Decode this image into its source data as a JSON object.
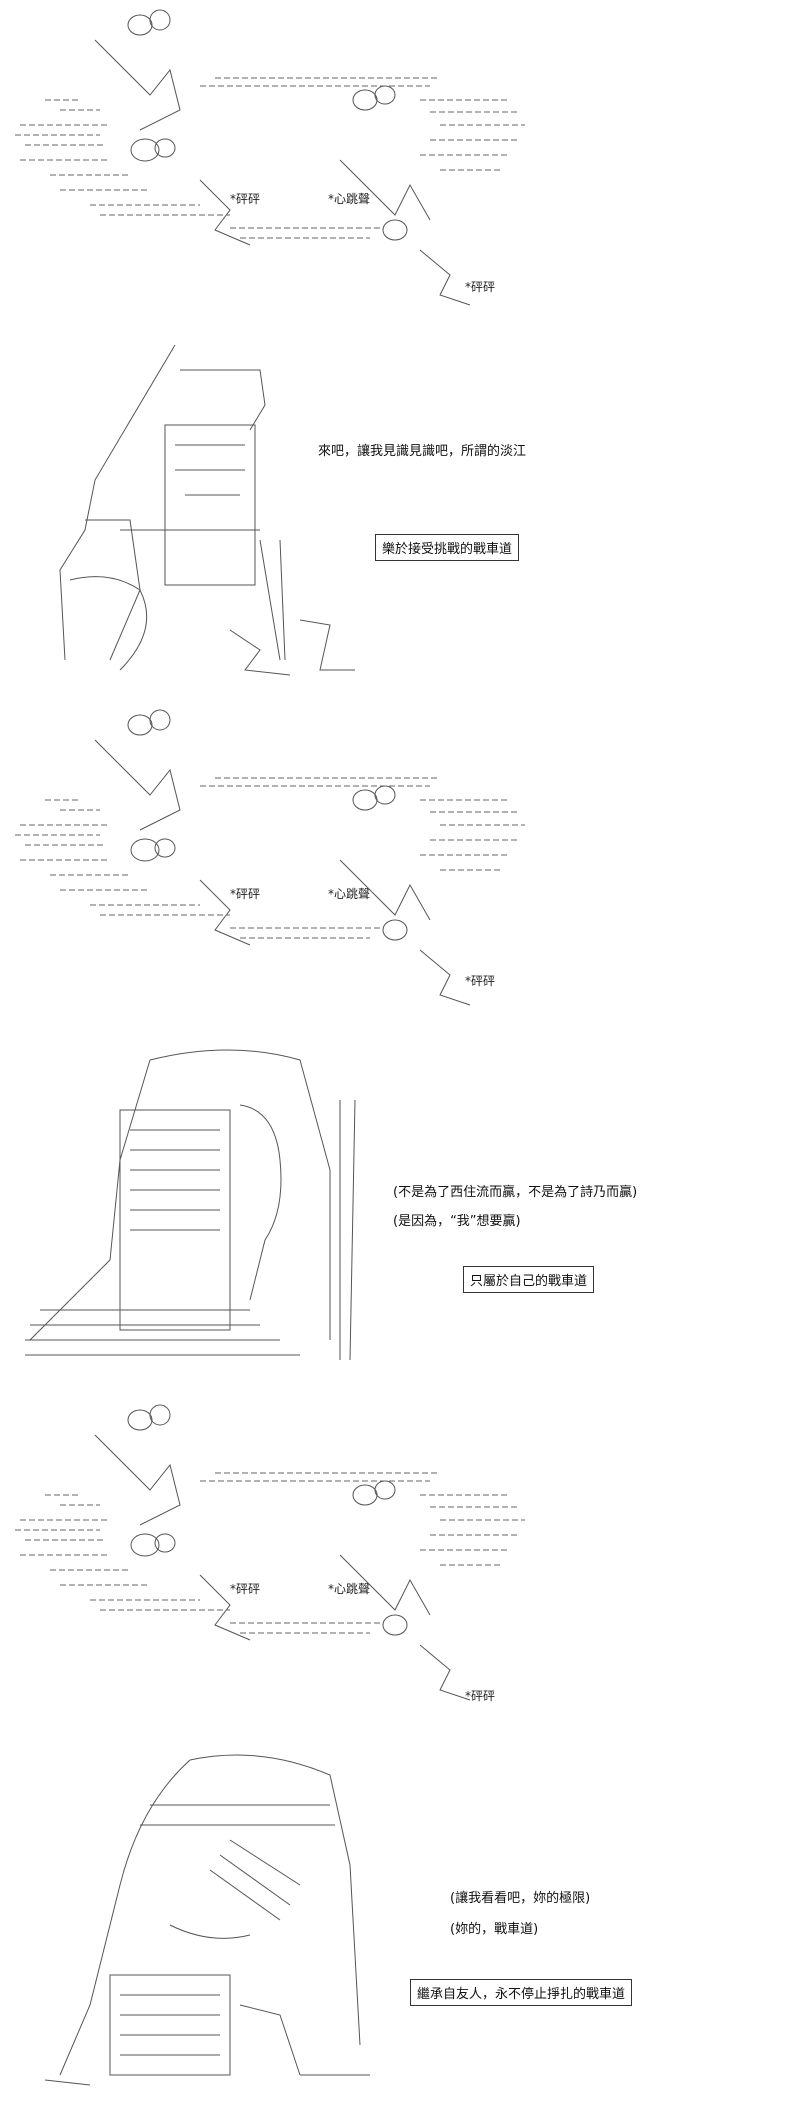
{
  "heartbeat_1": {
    "sfx_left": "*砰砰",
    "sfx_middle": "*心跳聲",
    "sfx_right": "*砰砰"
  },
  "scene_1": {
    "line_1": "來吧，讓我見識見識吧，所謂的淡江",
    "caption": "樂於接受挑戰的戰車道"
  },
  "heartbeat_2": {
    "sfx_left": "*砰砰",
    "sfx_middle": "*心跳聲",
    "sfx_right": "*砰砰"
  },
  "scene_2": {
    "line_1": "(不是為了西住流而贏，不是為了詩乃而贏)",
    "line_2": "(是因為，“我”想要贏)",
    "caption": "只屬於自己的戰車道"
  },
  "heartbeat_3": {
    "sfx_left": "*砰砰",
    "sfx_middle": "*心跳聲",
    "sfx_right": "*砰砰"
  },
  "scene_3": {
    "line_1": "(讓我看看吧，妳的極限)",
    "line_2": "(妳的，戰車道)",
    "caption": "繼承自友人，永不停止掙扎的戰車道"
  }
}
